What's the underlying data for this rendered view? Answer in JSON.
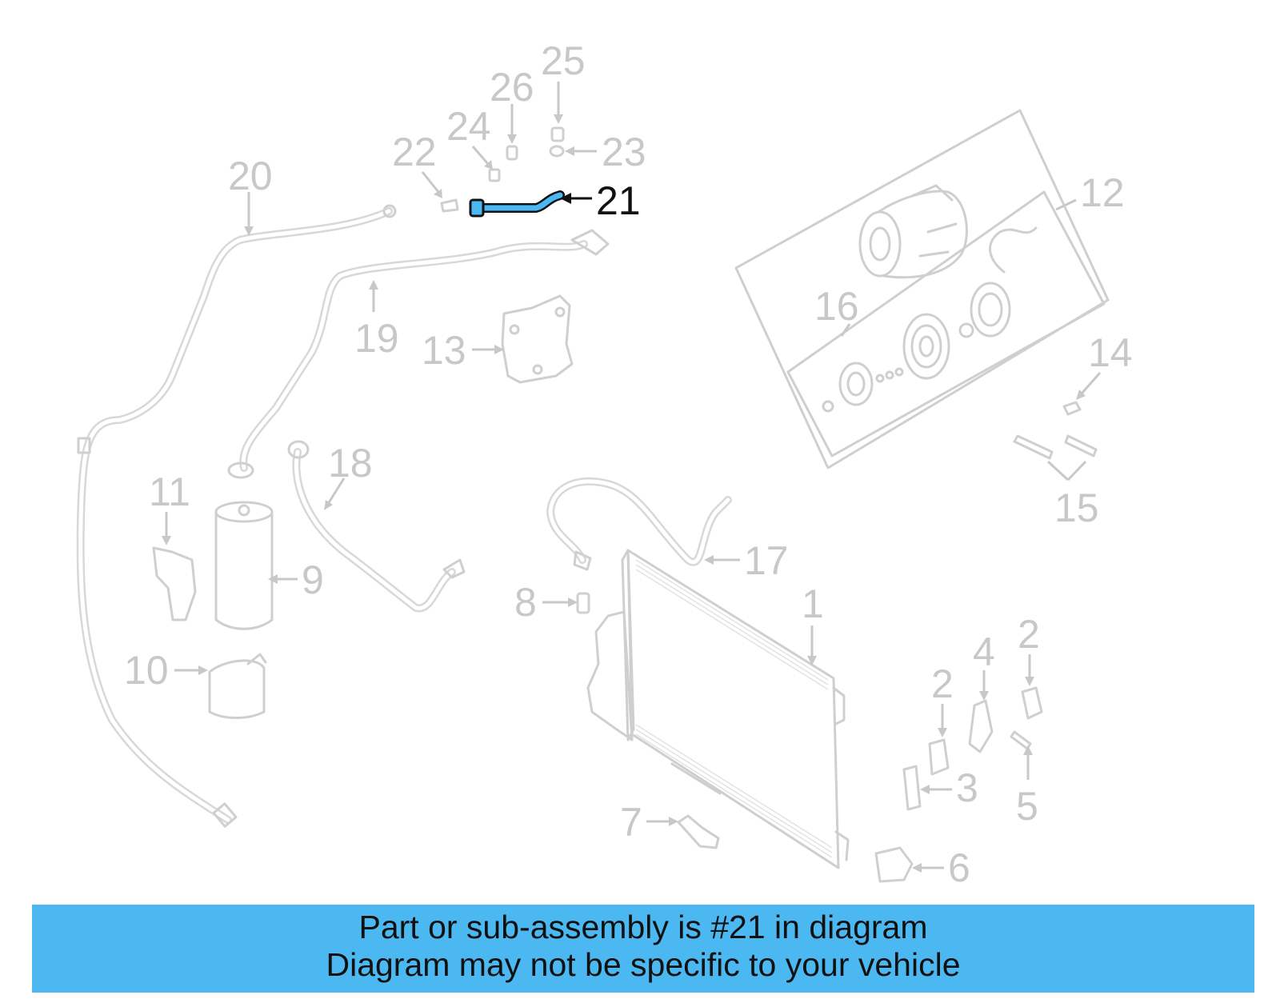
{
  "diagram": {
    "highlighted_part": "21",
    "highlight_color": "#4cb8f2",
    "callouts": [
      "1",
      "2",
      "2",
      "3",
      "4",
      "5",
      "6",
      "7",
      "8",
      "9",
      "10",
      "11",
      "12",
      "13",
      "14",
      "15",
      "16",
      "17",
      "18",
      "19",
      "20",
      "21",
      "22",
      "23",
      "24",
      "25",
      "26"
    ]
  },
  "banner": {
    "line1": "Part or sub-assembly is #21 in diagram",
    "line2": "Diagram may not be specific to your vehicle",
    "color": "#4cb8f2"
  }
}
